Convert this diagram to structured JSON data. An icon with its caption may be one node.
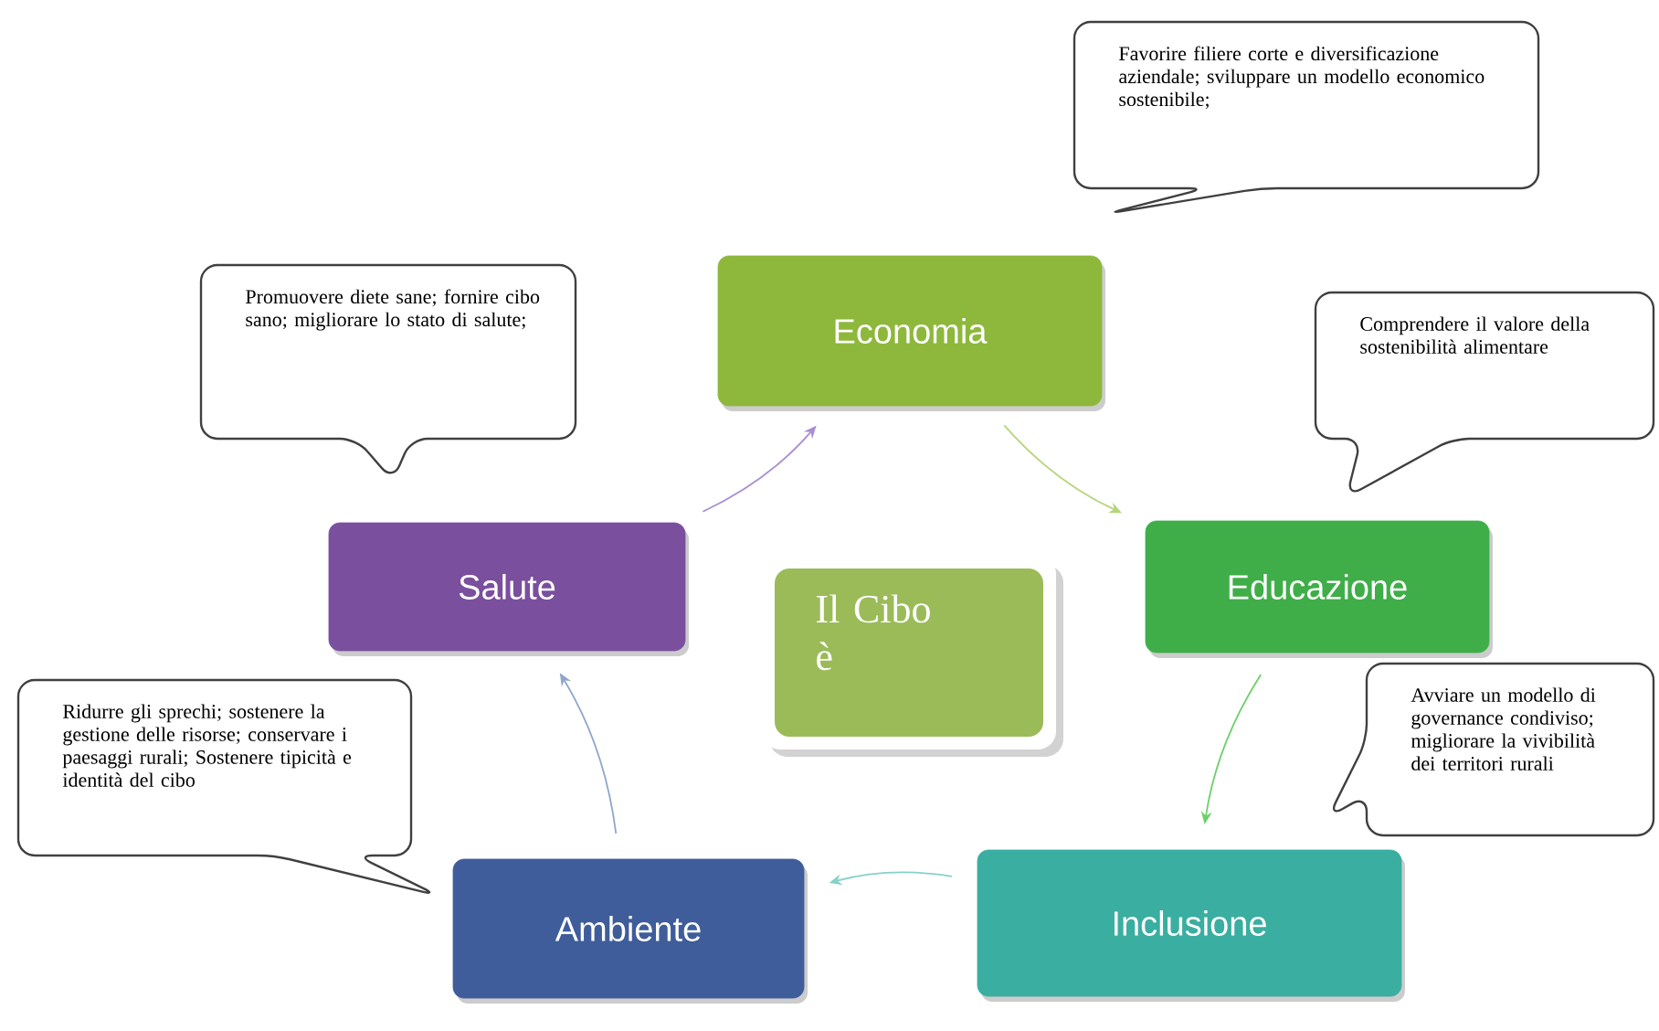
{
  "diagram": {
    "nodes": [
      {
        "text": [
          "Il Cibo è"
        ]
      },
      {
        "text": [
          "Economia"
        ]
      },
      {
        "text": [
          "Educazione"
        ]
      },
      {
        "text": [
          "Inclusione"
        ]
      },
      {
        "text": [
          "Ambiente"
        ]
      },
      {
        "text": [
          "Salute"
        ]
      },
      {
        "text": [
          "Favorire filiere corte e diversificazione aziendale; sviluppare un modello economico sostenibile;"
        ]
      },
      {
        "text": [
          "Comprendere il valore della sostenibilità alimentare"
        ]
      },
      {
        "text": [
          "Avviare un modello di governance condiviso; migliorare la vivibilità dei territori rurali"
        ]
      },
      {
        "text": [
          "Ridurre gli sprechi; sostenere la gestione delle risorse; conservare i paesaggi rurali; Sostenere tipicità e identità del cibo"
        ]
      },
      {
        "text": [
          "Promuovere diete sane; fornire cibo sano; migliorare lo stato di salute;"
        ]
      }
    ],
    "edges": [
      {
        "from": 1,
        "to": 2,
        "arrow": "to",
        "color": "#b5d67a"
      },
      {
        "from": 2,
        "to": 3,
        "arrow": "to",
        "color": "#6ccf6c"
      },
      {
        "from": 3,
        "to": 4,
        "arrow": "to",
        "color": "#86d2c9"
      },
      {
        "from": 4,
        "to": 5,
        "arrow": "to",
        "color": "#8fa6cc"
      },
      {
        "from": 5,
        "to": 1,
        "arrow": "to",
        "color": "#a98ed3"
      }
    ]
  }
}
